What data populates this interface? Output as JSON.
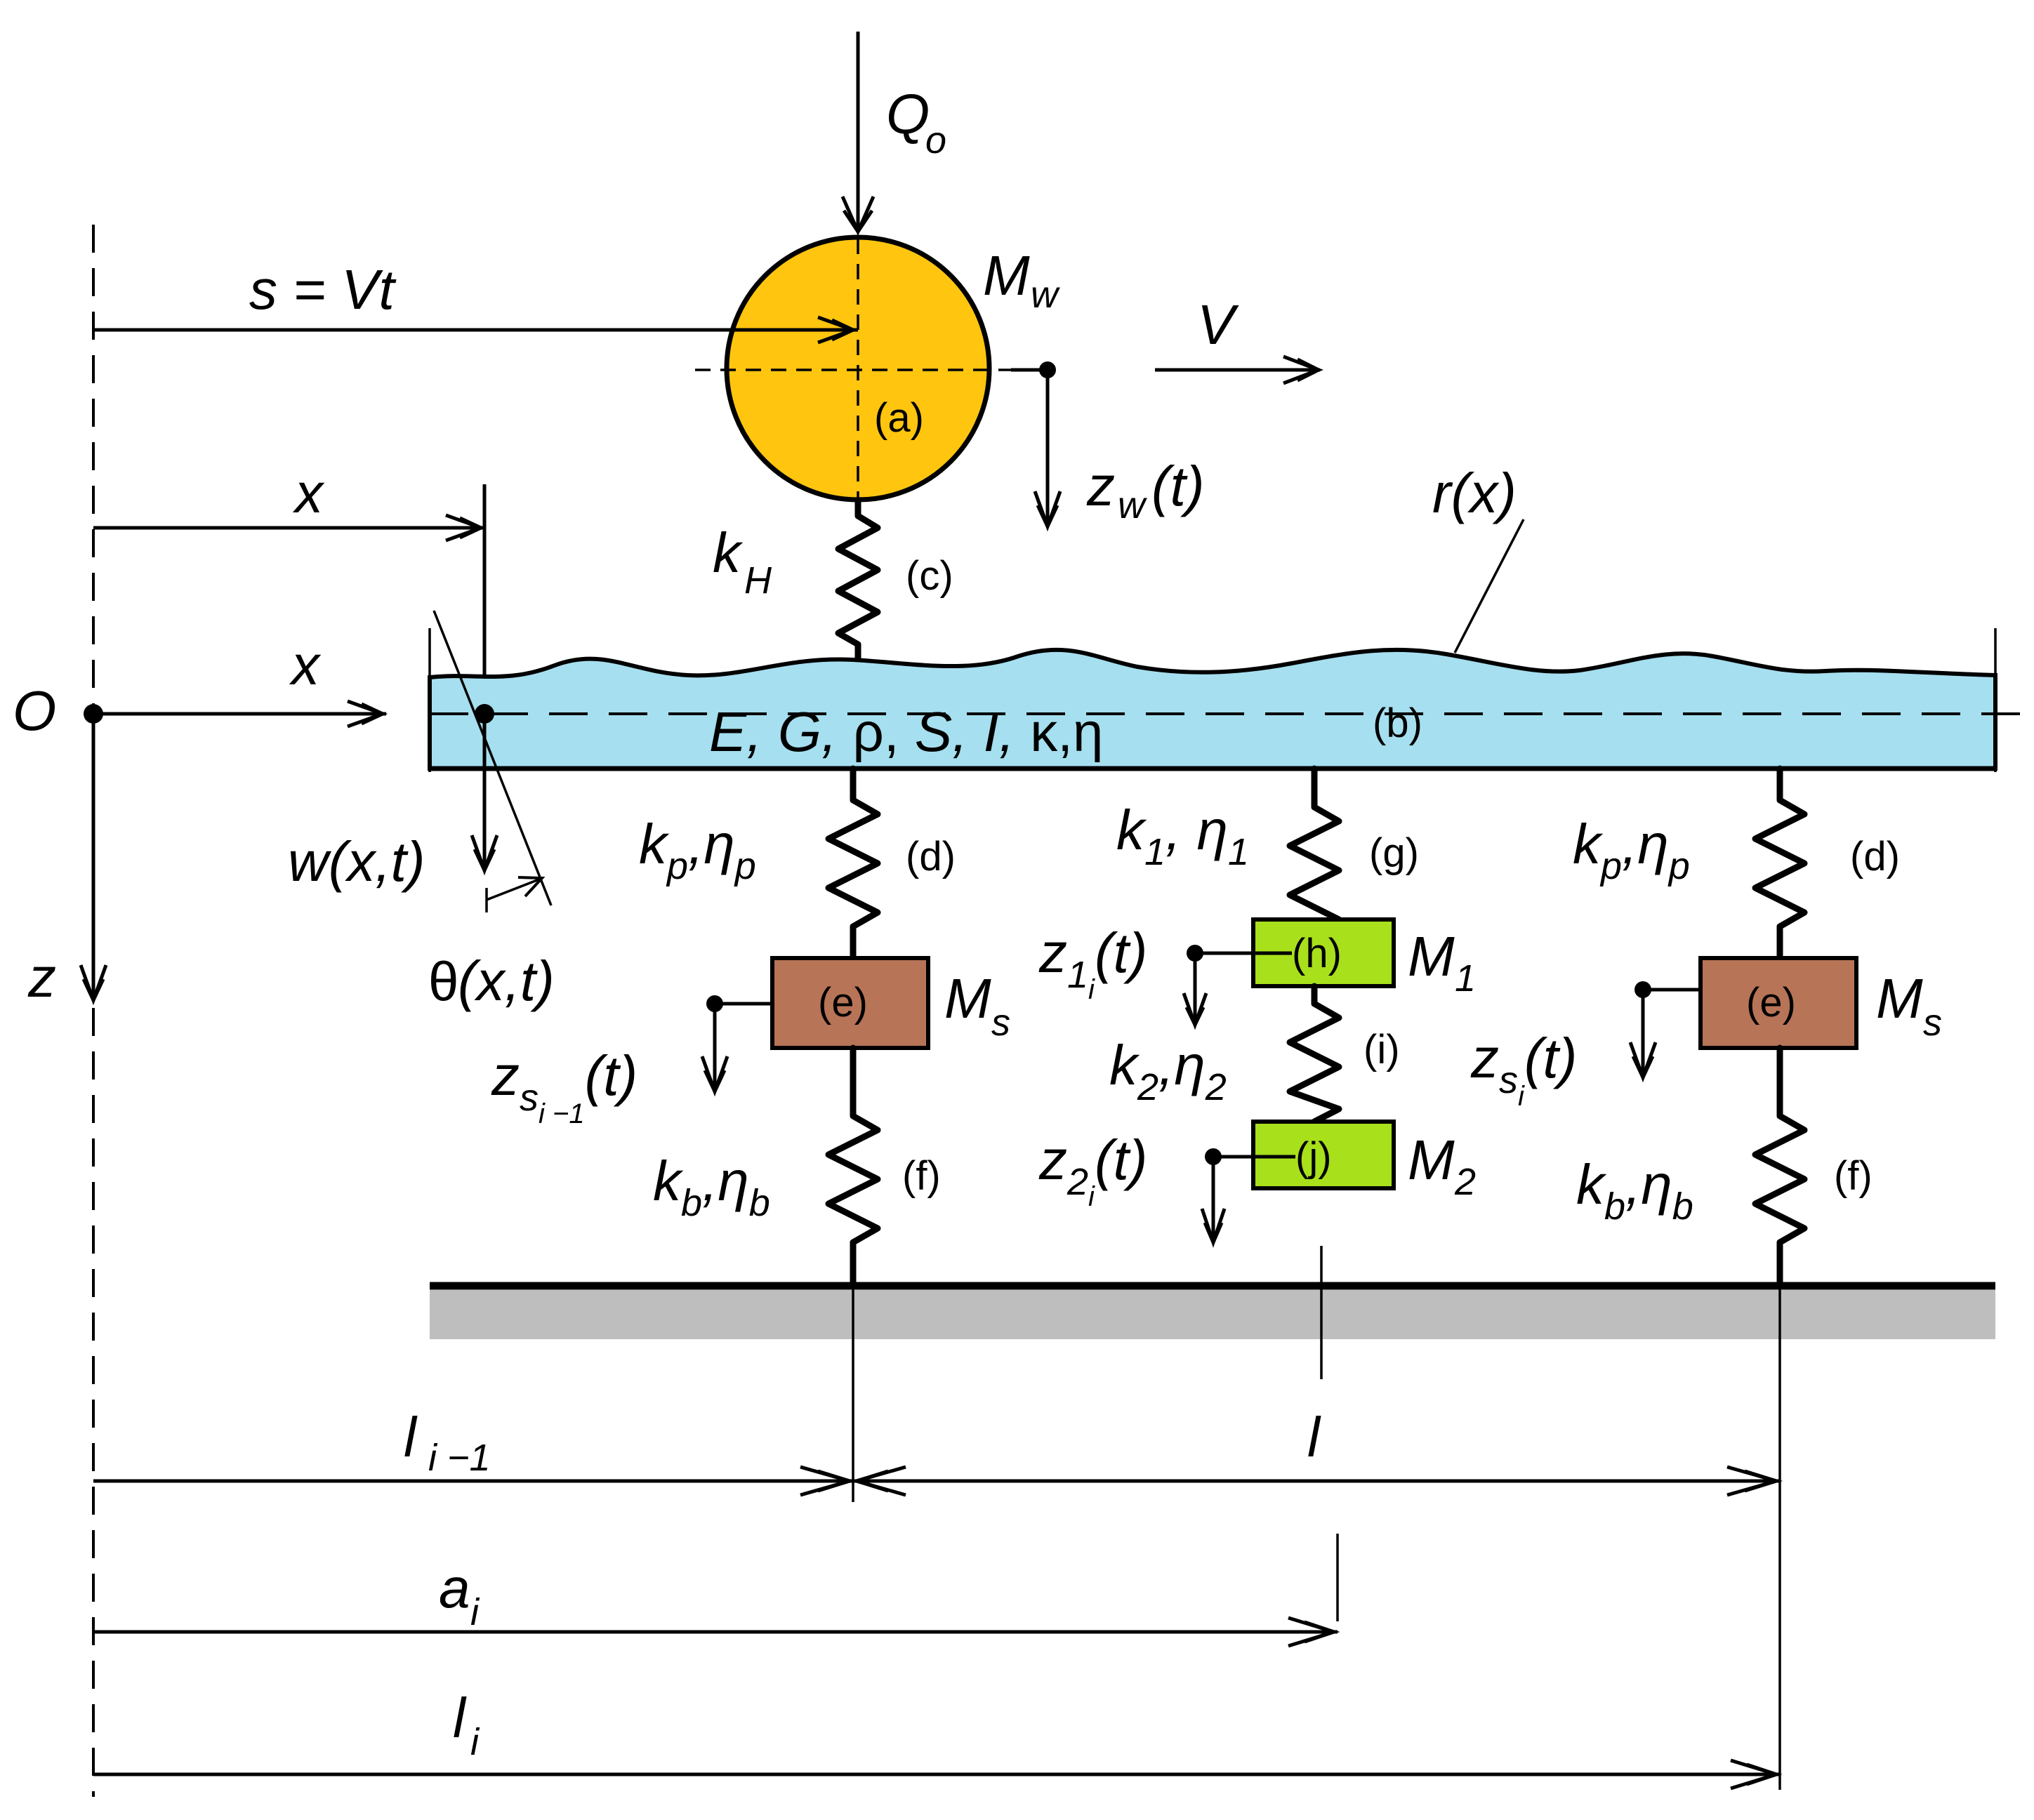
{
  "labels": {
    "Q": "Q",
    "Q_sub": "o",
    "M_w": "M",
    "M_w_sub": "w",
    "s_eq": "s = Vt",
    "V": "V",
    "z_w": "z",
    "z_w_sub": "w",
    "z_w_arg": "(t)",
    "tag_a": "(a)",
    "x_top": "x",
    "r_x": "r(x)",
    "k_H": "k",
    "k_H_sub": "H",
    "tag_c": "(c)",
    "O": "O",
    "x_axis": "x",
    "beam_props_1": "E, G,",
    "beam_props_rho": "ρ,",
    "beam_props_2": "S, I,",
    "beam_props_greek": "κ,η",
    "tag_b": "(b)",
    "w_xt": "w(x,t)",
    "theta_sym": "θ",
    "theta_arg": "(x,t)",
    "z": "z",
    "kp1": "k",
    "kp1_sub": "p",
    "kp1_eta": ",η",
    "kp1_eta_sub": "p",
    "tag_d1": "(d)",
    "tag_e1": "(e)",
    "M_s1": "M",
    "M_s1_sub": "s",
    "zs_prev": "z",
    "zs_prev_sub": "s",
    "zs_prev_subsub": "i −1",
    "zs_prev_arg": "(t)",
    "kb1": "k",
    "kb1_sub": "b",
    "kb1_eta": ",η",
    "kb1_eta_sub": "b",
    "tag_f1": "(f)",
    "k1": "k",
    "k1_sub": "1",
    "k1_eta": ", η",
    "k1_eta_sub": "1",
    "tag_g": "(g)",
    "z1": "z",
    "z1_sub": "1",
    "z1_subsub": "i",
    "z1_arg": "(t)",
    "tag_h": "(h)",
    "M1": "M",
    "M1_sub": "1",
    "k2": "k",
    "k2_sub": "2",
    "k2_eta": ",η",
    "k2_eta_sub": "2",
    "tag_i": "(i)",
    "z2": "z",
    "z2_sub": "2",
    "z2_subsub": "i",
    "z2_arg": "(t)",
    "tag_j": "(j)",
    "M2": "M",
    "M2_sub": "2",
    "kp2": "k",
    "kp2_sub": "p",
    "kp2_eta": ",η",
    "kp2_eta_sub": "p",
    "tag_d2": "(d)",
    "tag_e2": "(e)",
    "M_s2": "M",
    "M_s2_sub": "s",
    "zs_i": "z",
    "zs_i_sub": "s",
    "zs_i_subsub": "i",
    "zs_i_arg": "(t)",
    "kb2": "k",
    "kb2_sub": "b",
    "kb2_eta": ",η",
    "kb2_eta_sub": "b",
    "tag_f2": "(f)",
    "l_prev": "l",
    "l_prev_sub": "i −1",
    "l_span": "l",
    "a_i": "a",
    "a_i_sub": "i",
    "l_i": "l",
    "l_i_sub": "i"
  },
  "colors": {
    "wheel": "#FFC50F",
    "beam": "#A6DFEF",
    "sleeper": "#B77457",
    "pad_mass": "#A8E01B",
    "ground": "#BEBEBE"
  }
}
